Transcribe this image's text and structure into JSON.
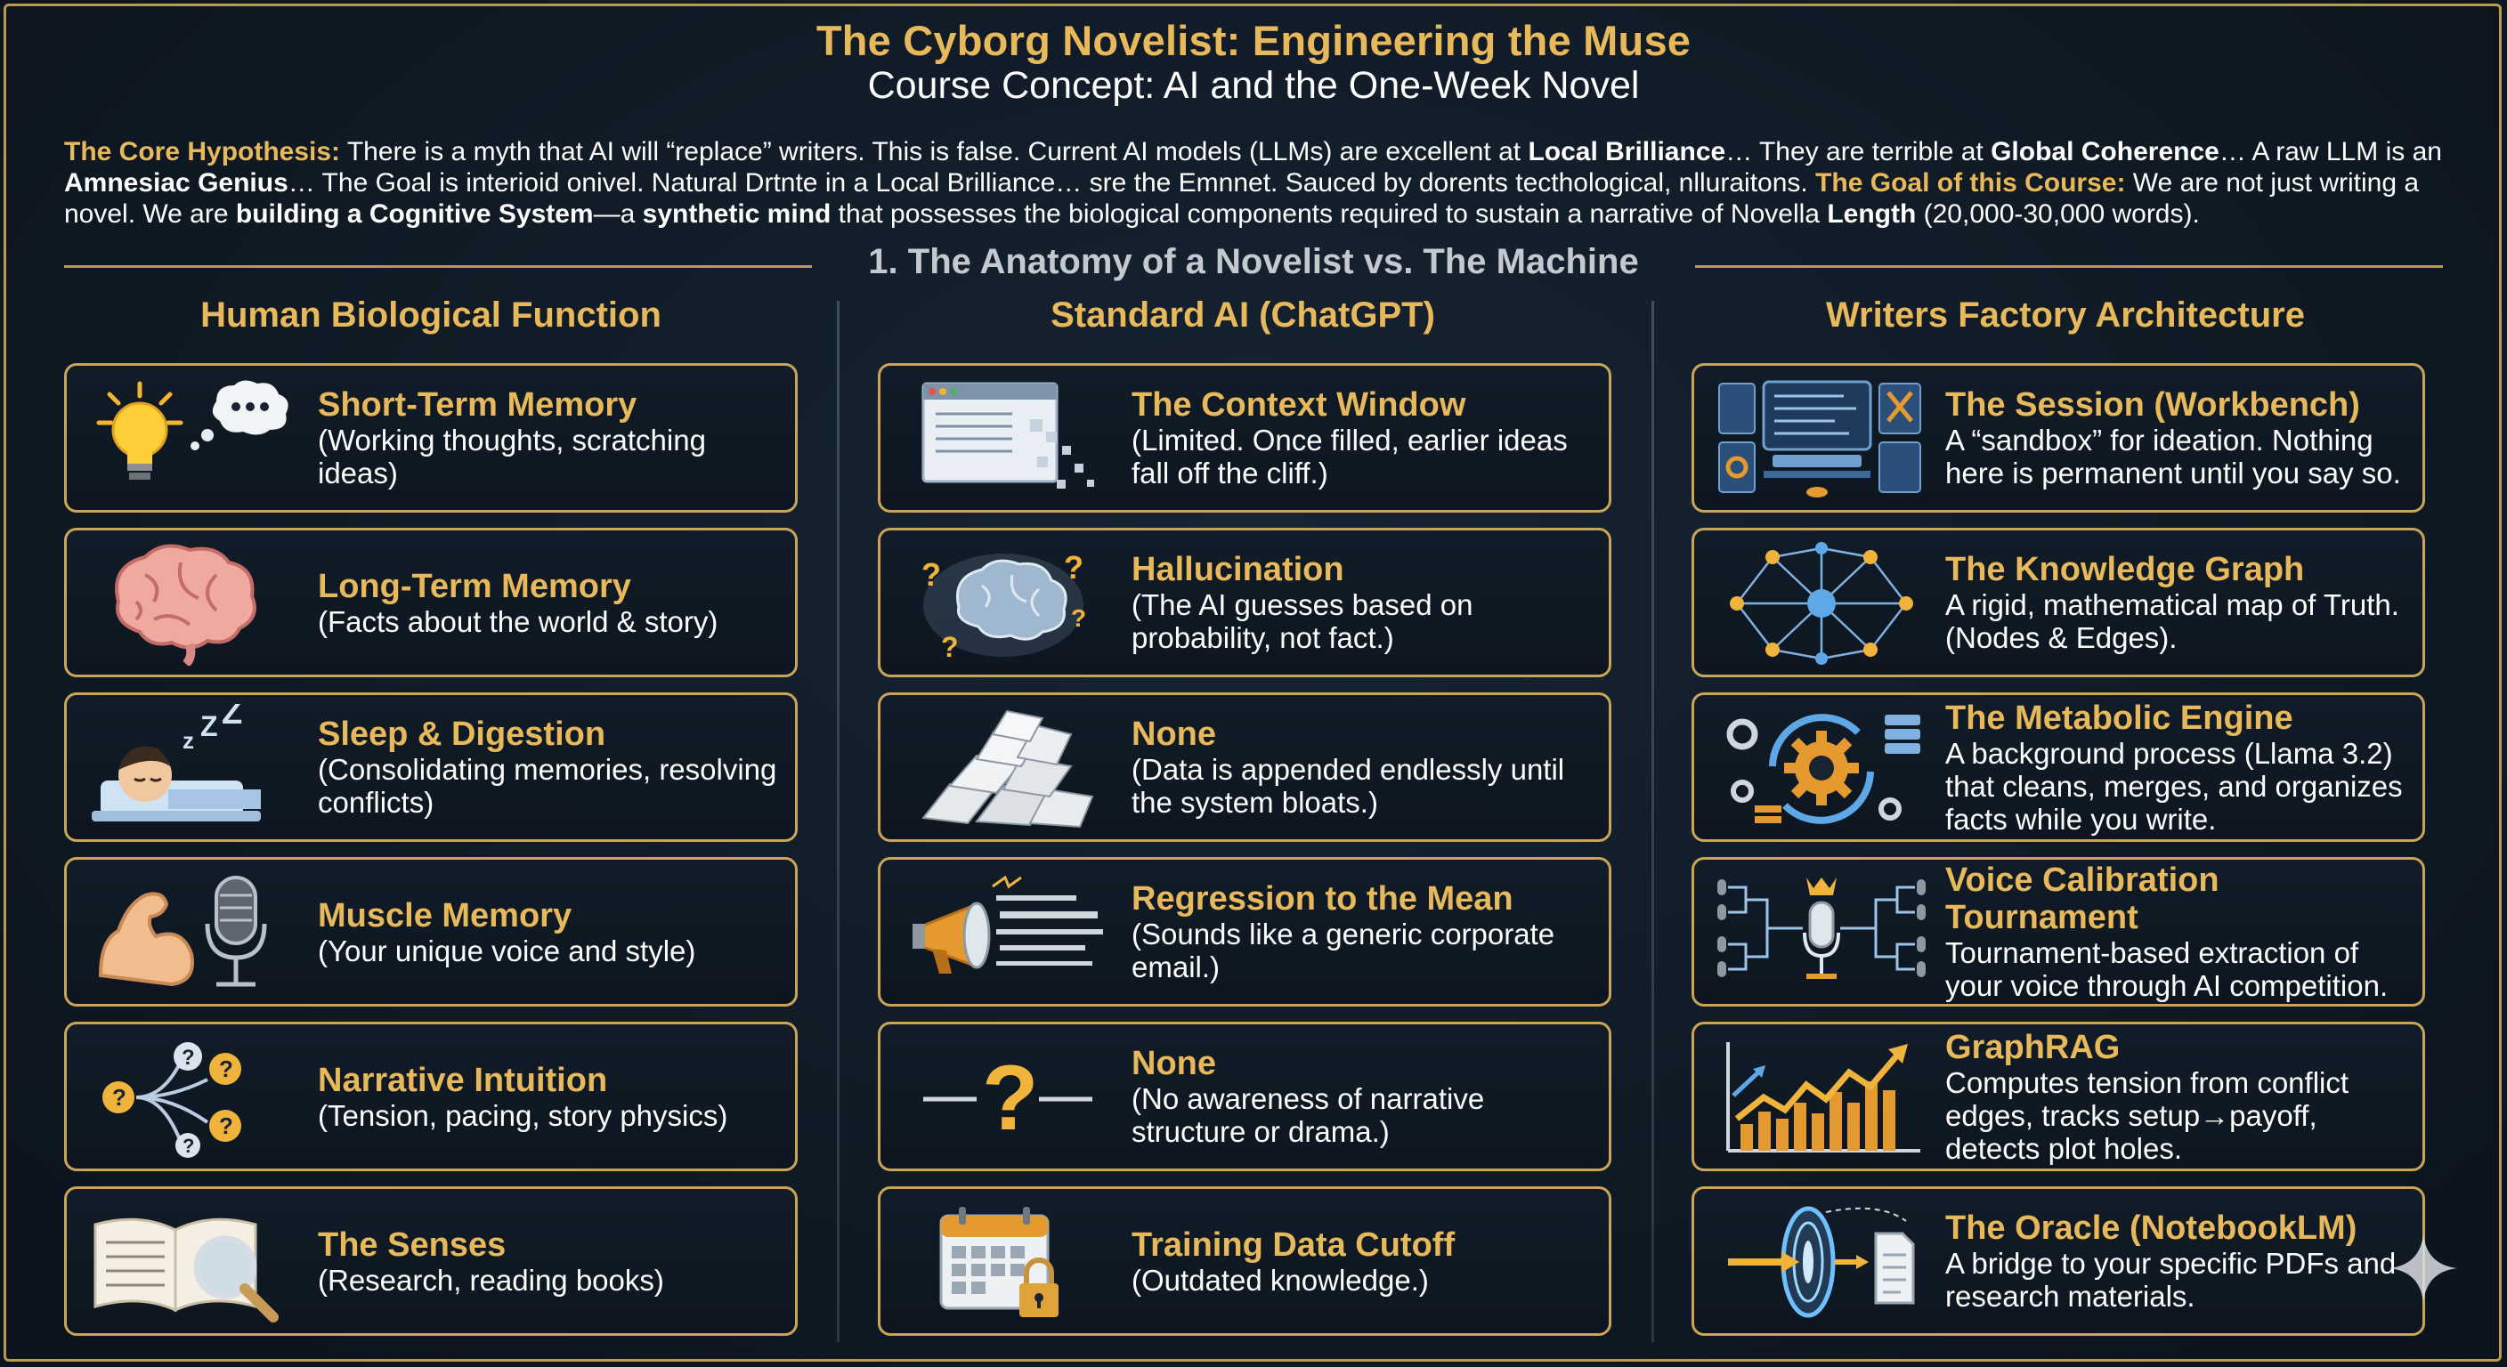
{
  "header": {
    "title": "The Cyborg Novelist: Engineering the Muse",
    "subtitle": "Course Concept: AI and the One-Week Novel"
  },
  "intro": {
    "hypothesis_label": "The Core Hypothesis:",
    "hypothesis_text_1": " There is a myth that AI will “replace” writers. This is false. Current AI models (LLMs) are excellent at ",
    "local_brilliance": "Local Brilliance",
    "hypothesis_text_2": "… They are terrible at ",
    "global_coherence": "Global Coherence",
    "hypothesis_text_3": "… A raw LLM is an ",
    "amnesiac_genius": "Amnesiac Genius",
    "hypothesis_text_4": "… The Goal is interioid onivel. Natural Drtnte in a Local Brilliance… sre the Emnnet. Sauced by dorents tecthological, nlluraitons. ",
    "goal_label": "The Goal of this Course:",
    "goal_text_1": " We are not just writing a novel. We are ",
    "cognitive_system": "building a Cognitive System",
    "goal_text_2": "—a ",
    "synthetic_mind": "synthetic mind",
    "goal_text_3": " that possesses the biological components required to sustain a narrative of Novella ",
    "length": "Length",
    "goal_text_4": " (20,000-30,000 words)."
  },
  "section": {
    "title": "1. The Anatomy of a Novelist vs. The Machine"
  },
  "columns": [
    {
      "heading": "Human Biological Function",
      "cards": [
        {
          "title": "Short-Term Memory",
          "desc": "(Working thoughts, scratching ideas)",
          "icon": "lightbulb-thought-icon"
        },
        {
          "title": "Long-Term Memory",
          "desc": "(Facts about the world & story)",
          "icon": "brain-icon"
        },
        {
          "title": "Sleep & Digestion",
          "desc": "(Consolidating memories, resolving conflicts)",
          "icon": "sleeping-person-icon"
        },
        {
          "title": "Muscle Memory",
          "desc": "(Your unique voice and style)",
          "icon": "muscle-microphone-icon"
        },
        {
          "title": "Narrative Intuition",
          "desc": "(Tension, pacing, story physics)",
          "icon": "branching-questions-icon"
        },
        {
          "title": "The Senses",
          "desc": "(Research, reading books)",
          "icon": "book-magnifier-icon"
        }
      ]
    },
    {
      "heading": "Standard AI (ChatGPT)",
      "cards": [
        {
          "title": "The Context Window",
          "desc": "(Limited. Once filled, earlier ideas fall off the cliff.)",
          "icon": "crumbling-window-icon"
        },
        {
          "title": "Hallucination",
          "desc": "(The AI guesses based on probability, not fact.)",
          "icon": "foggy-brain-icon"
        },
        {
          "title": "None",
          "desc": "(Data is appended endlessly until the system bloats.)",
          "icon": "paper-pile-icon"
        },
        {
          "title": "Regression to the Mean",
          "desc": "(Sounds like a generic corporate email.)",
          "icon": "megaphone-icon"
        },
        {
          "title": "None",
          "desc": "(No awareness of narrative structure or drama.)",
          "icon": "question-mark-icon"
        },
        {
          "title": "Training Data Cutoff",
          "desc": "(Outdated knowledge.)",
          "icon": "locked-calendar-icon"
        }
      ]
    },
    {
      "heading": "Writers Factory Architecture",
      "cards": [
        {
          "title": "The Session (Workbench)",
          "desc": "A “sandbox” for ideation. Nothing here is permanent until you say so.",
          "icon": "workbench-icon"
        },
        {
          "title": "The Knowledge Graph",
          "desc": "A rigid, mathematical map of Truth. (Nodes & Edges).",
          "icon": "network-graph-icon"
        },
        {
          "title": "The Metabolic Engine",
          "desc": "A background process (Llama 3.2) that cleans, merges, and organizes facts while you write.",
          "icon": "gears-cycle-icon"
        },
        {
          "title": "Voice Calibration Tournament",
          "desc": "Tournament-based extraction of your voice through AI competition.",
          "icon": "tournament-bracket-icon"
        },
        {
          "title": "GraphRAG",
          "desc": "Computes tension from conflict edges, tracks setup→payoff, detects plot holes.",
          "icon": "rising-chart-icon"
        },
        {
          "title": "The Oracle (NotebookLM)",
          "desc": "A bridge to your specific PDFs and research materials.",
          "icon": "portal-document-icon"
        }
      ]
    }
  ],
  "colors": {
    "accent_gold": "#e8b95a",
    "card_border": "#caa557",
    "background": "#0f1a26"
  }
}
